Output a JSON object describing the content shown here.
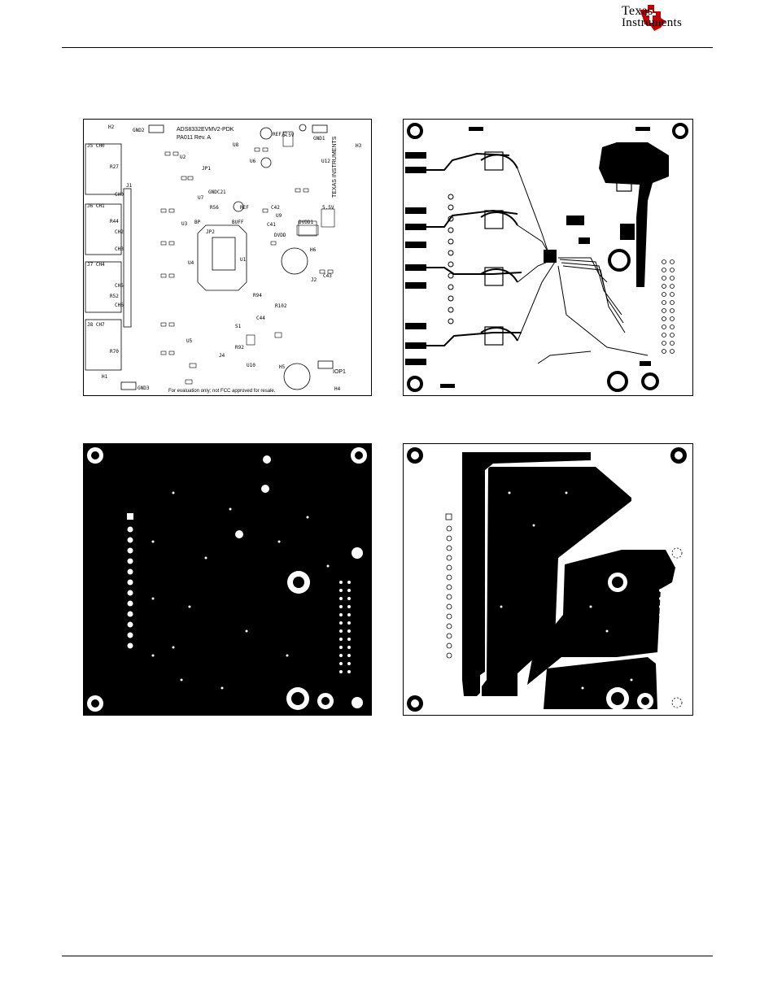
{
  "header": {
    "brand_line1": "Texas",
    "brand_line2": "Instruments",
    "brand_color": "#c00000"
  },
  "top_silkscreen": {
    "board_name": "ADS8332EVMV2-PDK",
    "board_rev": "PA011 Rev. A",
    "disclaimer": "For evaluation only; not FCC approved for resale.",
    "silk_brand": "TEXAS INSTRUMENTS",
    "labels": {
      "gnd2": "GND2",
      "gnd1": "GND1",
      "gnd3": "GND3",
      "refdiv2": "REF/2",
      "h2": "H2",
      "h3": "H3",
      "h1": "H1",
      "h4": "H4",
      "h5": "H5",
      "h6": "H6",
      "j1": "J1",
      "j2": "J2",
      "j4": "J4",
      "j5ch0": "J5 CH0",
      "j6ch1": "J6 CH1",
      "j7ch4": "J7 CH4",
      "j8ch7": "J8 CH7",
      "ch0": "CH0",
      "ch2": "CH2",
      "ch3": "CH3",
      "ch5": "CH5",
      "ch6": "CH6",
      "r27": "R27",
      "r44": "R44",
      "r52": "R52",
      "r70": "R70",
      "ref": "REF",
      "buff": "BUFF",
      "dvdd": "DVDD",
      "dvdd1": "DVDD1",
      "v55a": "5.5V",
      "v55b": "5.5V",
      "bp": "BP",
      "jp1": "JP1",
      "jp2": "JP2",
      "gndc21": "GNDC21",
      "u1": "U1",
      "u2": "U2",
      "u3": "U3",
      "u4": "U4",
      "u5": "U5",
      "u6": "U6",
      "u7": "U7",
      "u8": "U8",
      "u9": "U9",
      "u10": "U10",
      "u12": "U12",
      "iop1": "IOP1",
      "s1": "S1",
      "r92": "R92",
      "r56": "R56",
      "r102": "R102",
      "r94": "R94",
      "c42": "C42",
      "c43": "C43",
      "c44": "C44",
      "c41": "C41"
    }
  }
}
